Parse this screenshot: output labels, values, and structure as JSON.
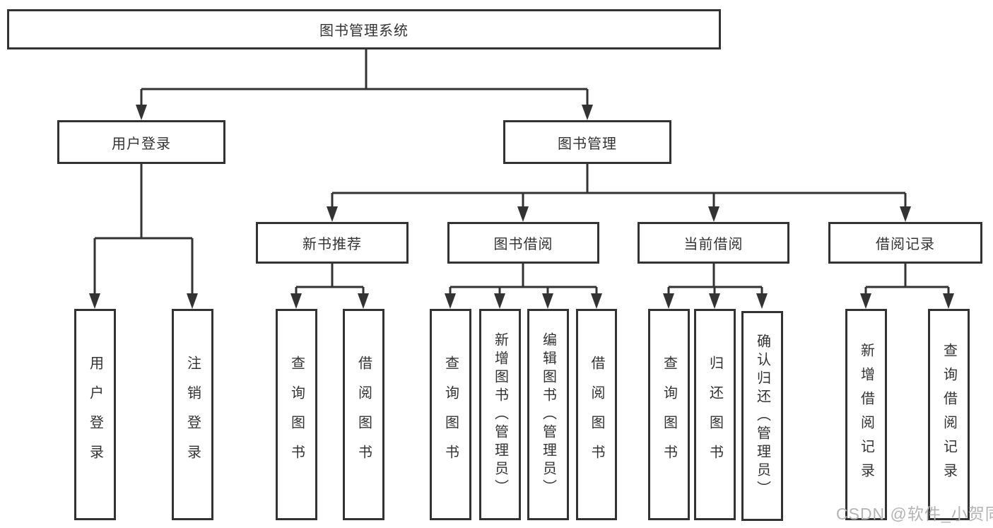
{
  "tree": {
    "label": "图书管理系统",
    "children": [
      {
        "label": "用户登录",
        "children": [
          {
            "label": "用户登录"
          },
          {
            "label": "注销登录"
          }
        ]
      },
      {
        "label": "图书管理",
        "children": [
          {
            "label": "新书推荐",
            "children": [
              {
                "label": "查询图书"
              },
              {
                "label": "借阅图书"
              }
            ]
          },
          {
            "label": "图书借阅",
            "children": [
              {
                "label": "查询图书"
              },
              {
                "label": "新增图书（管理员）"
              },
              {
                "label": "编辑图书（管理员）"
              },
              {
                "label": "借阅图书"
              }
            ]
          },
          {
            "label": "当前借阅",
            "children": [
              {
                "label": "查询图书"
              },
              {
                "label": "归还图书"
              },
              {
                "label": "确认归还（管理员）"
              }
            ]
          },
          {
            "label": "借阅记录",
            "children": [
              {
                "label": "新增借阅记录"
              },
              {
                "label": "查询借阅记录"
              }
            ]
          }
        ]
      }
    ]
  },
  "watermark": "CSDN @软件_小贺同学",
  "colors": {
    "line": "#333333",
    "node_border": "#333333",
    "node_text": "#333333",
    "background": "#ffffff",
    "watermark": "#b4b4b4"
  }
}
